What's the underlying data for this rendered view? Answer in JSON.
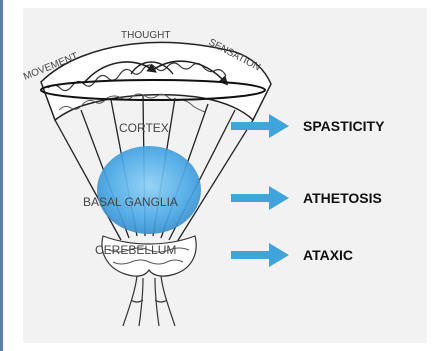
{
  "top_labels": {
    "movement": "MOVEMENT",
    "thought": "THOUGHT",
    "sensation": "SENSATION"
  },
  "regions": [
    {
      "label": "CORTEX",
      "outcome": "SPASTICITY"
    },
    {
      "label": "BASAL GANGLIA",
      "outcome": "ATHETOSIS"
    },
    {
      "label": "CEREBELLUM",
      "outcome": "ATAXIC"
    }
  ],
  "colors": {
    "arrow": "#3fa3dc",
    "ganglia_fill": "#5ab4ec",
    "line": "#222222",
    "panel_bg": "#f2f2f2",
    "frame_border": "#5b7fa8"
  }
}
